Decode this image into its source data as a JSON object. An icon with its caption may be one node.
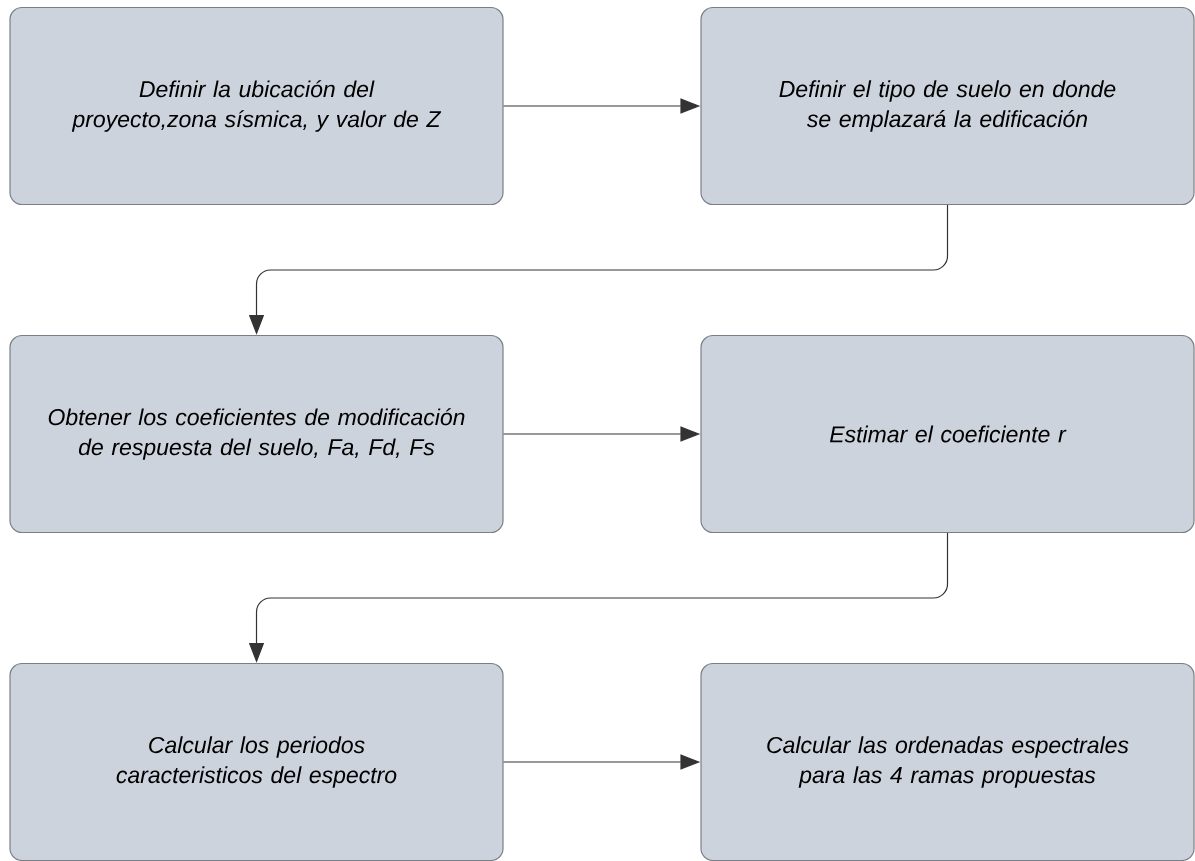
{
  "diagram": {
    "nodes": [
      {
        "text": [
          "Definir la ubicación del proyecto,zona sísmica, y valor de Z"
        ]
      },
      {
        "text": [
          "Definir el tipo de suelo en donde se emplazará la edificación"
        ]
      },
      {
        "text": [
          "Obtener los coeficientes de modificación de respuesta del suelo, Fa, Fd, Fs"
        ]
      },
      {
        "text": [
          "Estimar el coeficiente r"
        ]
      },
      {
        "text": [
          "Calcular los periodos caracteristicos del espectro"
        ]
      },
      {
        "text": [
          "Calcular las ordenadas espectrales para las 4 ramas propuestas"
        ]
      }
    ],
    "edges": [
      {
        "from": 0,
        "to": 1,
        "arrow": "to"
      },
      {
        "from": 1,
        "to": 2,
        "arrow": "to"
      },
      {
        "from": 2,
        "to": 3,
        "arrow": "to"
      },
      {
        "from": 3,
        "to": 4,
        "arrow": "to"
      },
      {
        "from": 4,
        "to": 5,
        "arrow": "to"
      }
    ]
  }
}
